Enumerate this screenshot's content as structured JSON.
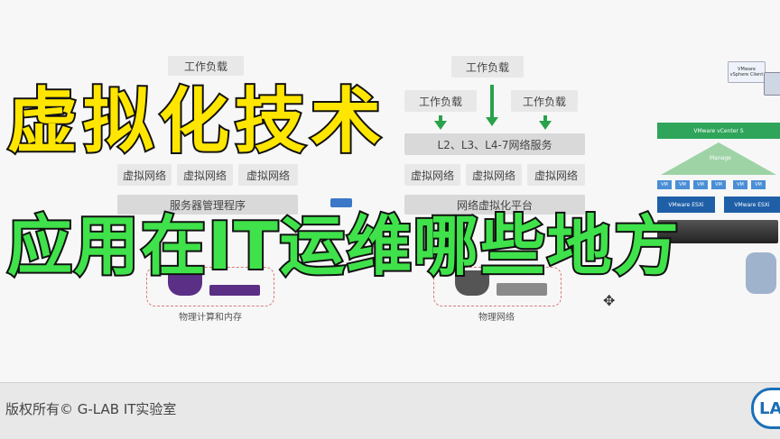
{
  "title_line1": "虚拟化技术",
  "title_line2": "应用在IT运维哪些地方",
  "left_diagram": {
    "workload": "工作负载",
    "vnet": [
      "虚拟网络",
      "虚拟网络",
      "虚拟网络"
    ],
    "hypervisor": "服务器管理程序",
    "caption": "物理计算和内存"
  },
  "mid_diagram": {
    "workload_top": "工作负载",
    "workload_left": "工作负载",
    "workload_right": "工作负载",
    "services": "L2、L3、L4-7网络服务",
    "vnet": [
      "虚拟网络",
      "虚拟网络",
      "虚拟网络"
    ],
    "platform": "网络虚拟化平台",
    "caption": "物理网络"
  },
  "vmware": {
    "client": "VMware vSphere Client",
    "vcenter": "VMware vCenter S",
    "manage": "Manage",
    "vm_label": "VM",
    "esxi_left": "VMware ESXi",
    "esxi_right": "VMware ESXi"
  },
  "footer": {
    "copyright": "版权所有© G-LAB IT实验室",
    "logo": "LA"
  },
  "colors": {
    "arrow": "#2aa24a",
    "title1": "#ffe600",
    "title2": "#3fe24a",
    "logo": "#1b6fb7"
  }
}
